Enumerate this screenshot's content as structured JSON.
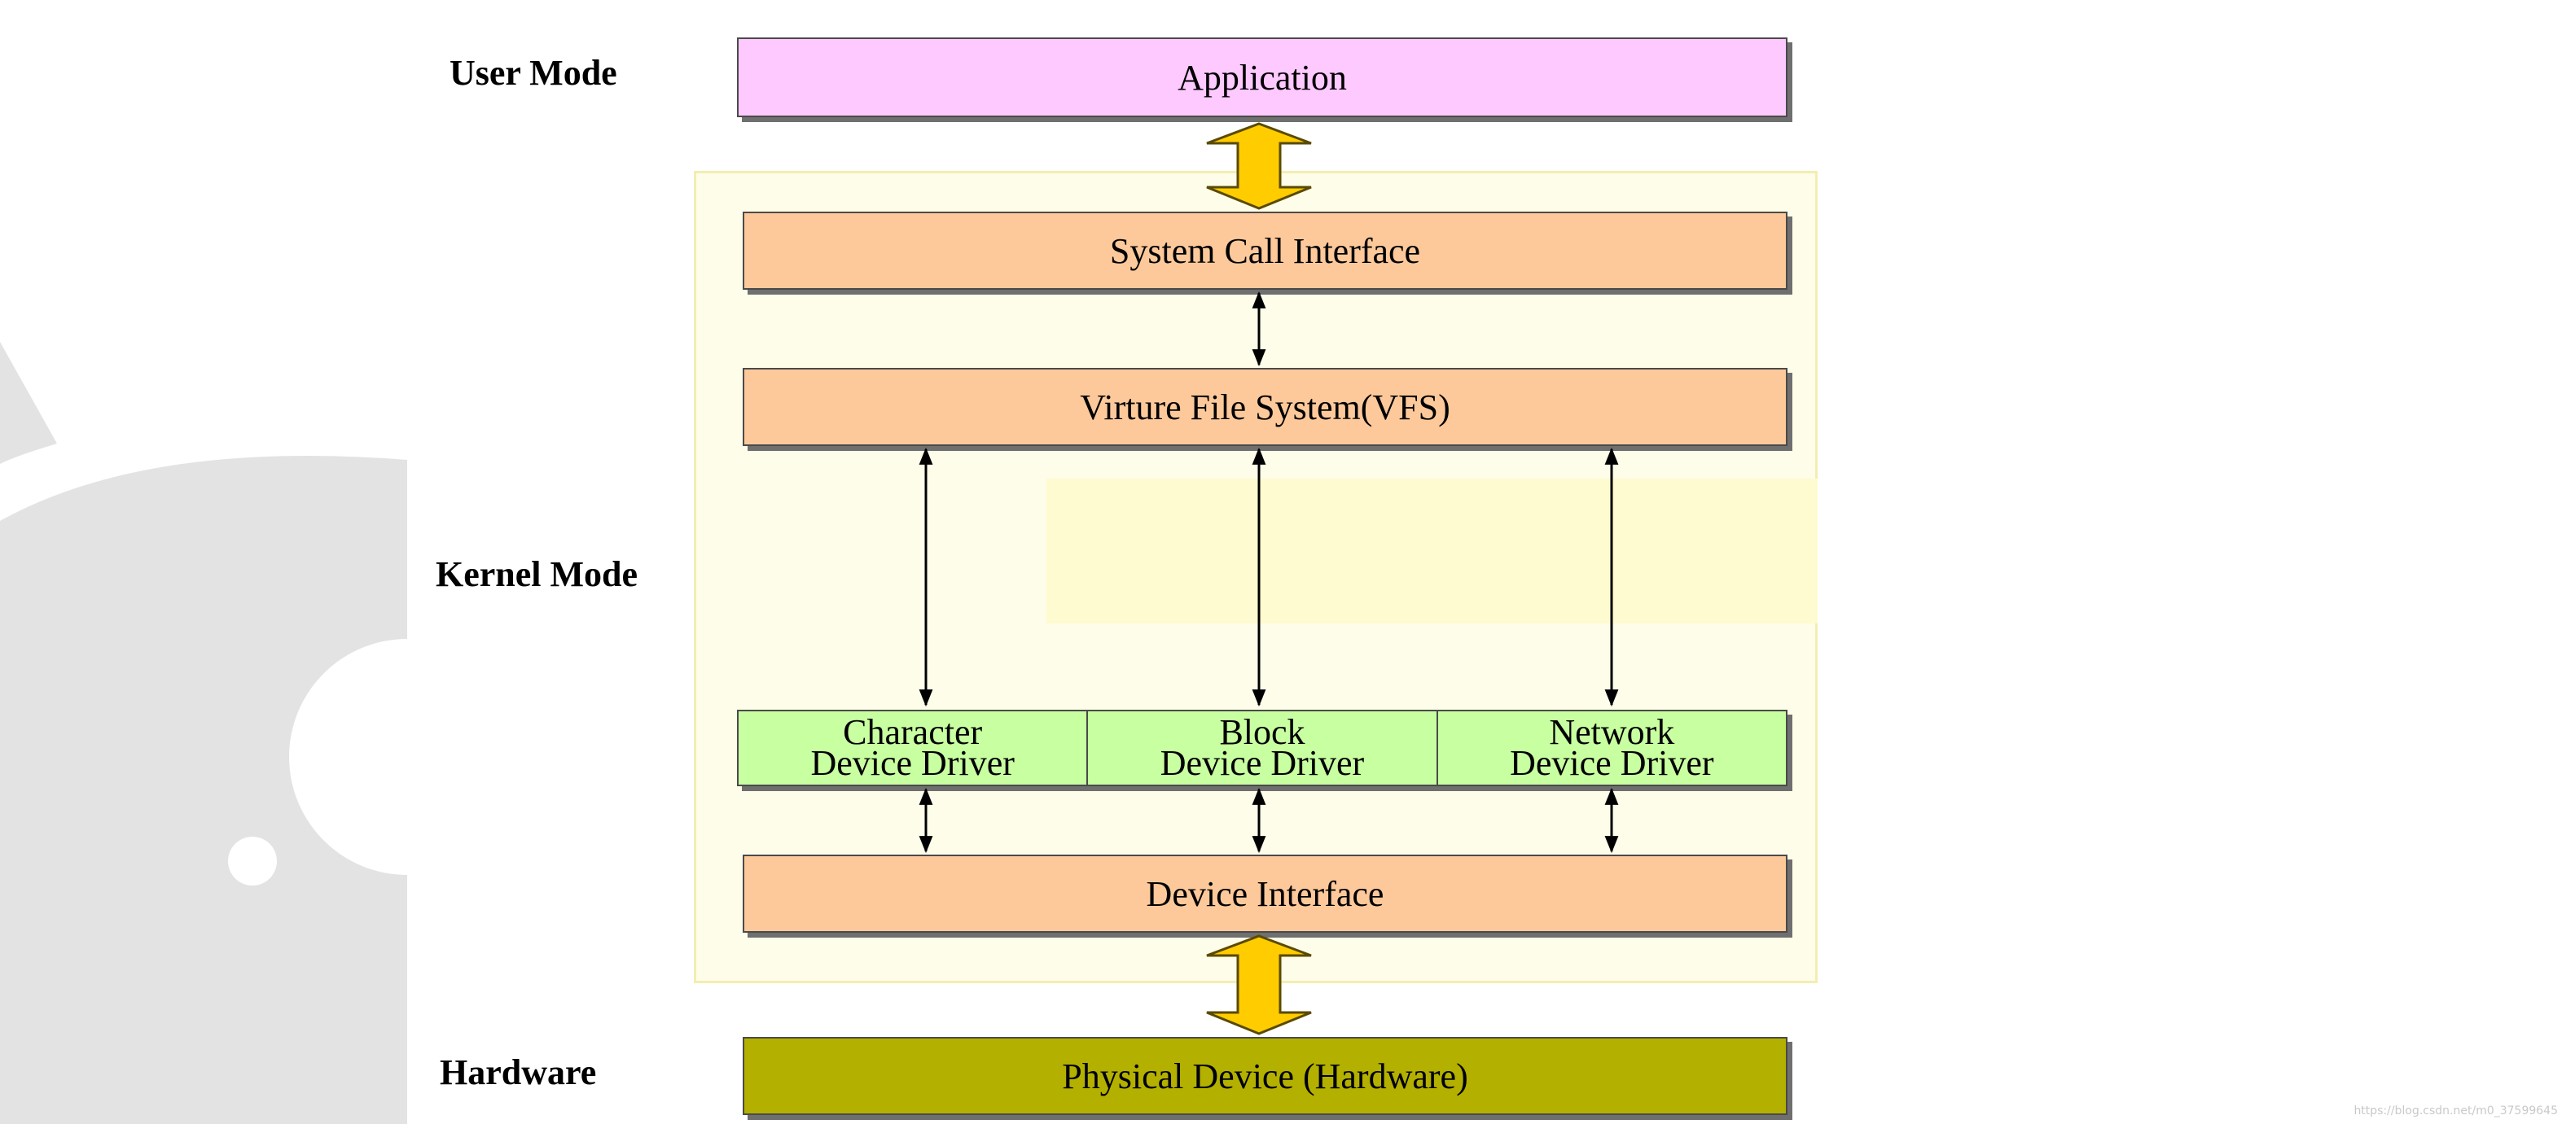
{
  "labels": {
    "user_mode": "User Mode",
    "kernel_mode": "Kernel Mode",
    "hardware": "Hardware"
  },
  "boxes": {
    "application": "Application",
    "system_call_interface": "System Call Interface",
    "vfs": "Virture File System(VFS)",
    "device_interface": "Device Interface",
    "physical_device": "Physical Device (Hardware)"
  },
  "drivers": [
    {
      "line1": "Character",
      "line2": "Device Driver"
    },
    {
      "line1": "Block",
      "line2": "Device Driver"
    },
    {
      "line1": "Network",
      "line2": "Device Driver"
    }
  ],
  "watermark": "https://blog.csdn.net/m0_37599645",
  "colors": {
    "application": "#fdc9ff",
    "kernel_layers": "#fdc99b",
    "drivers": "#c8ffa0",
    "hardware": "#b3b000",
    "big_arrow": "#ffcc00",
    "kernel_region": "#fefdea"
  },
  "icons": {
    "watermark": "cat-logo-icon"
  }
}
